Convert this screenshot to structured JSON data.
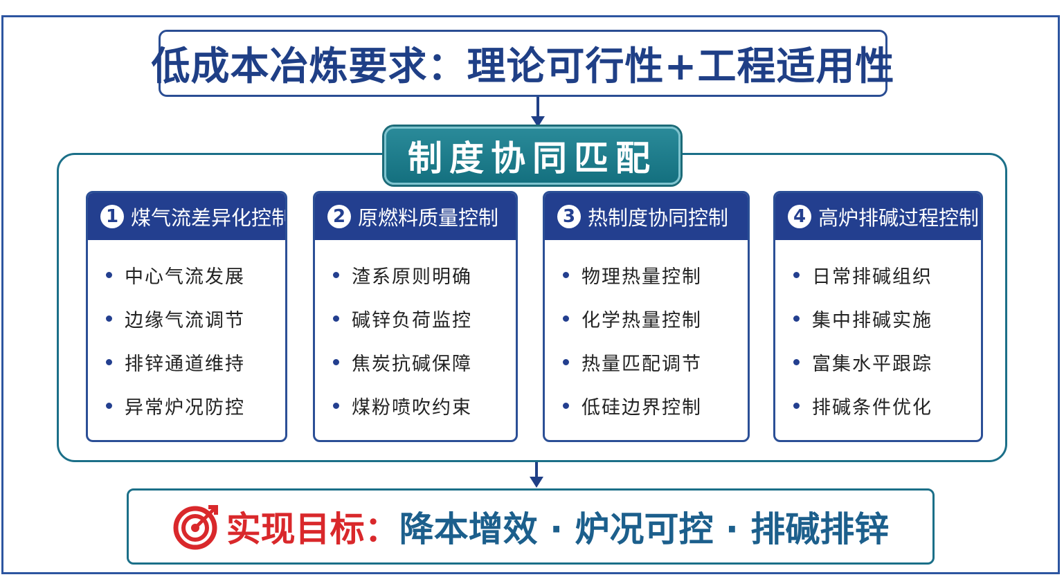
{
  "top_title": "低成本冶炼要求：理论可行性+工程适用性",
  "mid_title": "制度协同匹配",
  "cards": [
    {
      "number": "1",
      "title": "煤气流差异化控制",
      "items": [
        "中心气流发展",
        "边缘气流调节",
        "排锌通道维持",
        "异常炉况防控"
      ]
    },
    {
      "number": "2",
      "title": "原燃料质量控制",
      "items": [
        "渣系原则明确",
        "碱锌负荷监控",
        "焦炭抗碱保障",
        "煤粉喷吹约束"
      ]
    },
    {
      "number": "3",
      "title": "热制度协同控制",
      "items": [
        "物理热量控制",
        "化学热量控制",
        "热量匹配调节",
        "低硅边界控制"
      ]
    },
    {
      "number": "4",
      "title": "高炉排碱过程控制",
      "items": [
        "日常排碱组织",
        "集中排碱实施",
        "富集水平跟踪",
        "排碱条件优化"
      ]
    }
  ],
  "goal": {
    "label": "实现目标：",
    "text": "降本增效 · 炉况可控 · 排碱排锌",
    "icon": "target-icon"
  },
  "colors": {
    "navy": "#233f8f",
    "teal": "#1b6f88",
    "goal_red": "#d9282b"
  }
}
